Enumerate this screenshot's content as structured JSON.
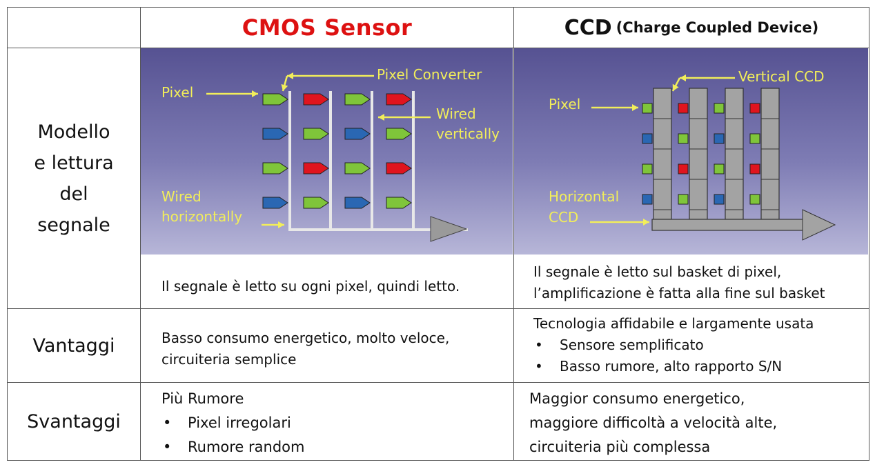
{
  "headers": {
    "cmos": "CMOS Sensor",
    "ccd_main": "CCD",
    "ccd_sub": "(Charge Coupled Device)"
  },
  "rows": {
    "modello": {
      "label_lines": [
        "Modello",
        "e lettura",
        "del",
        "segnale"
      ]
    },
    "vantaggi": {
      "label": "Vantaggi"
    },
    "svantaggi": {
      "label": "Svantaggi"
    }
  },
  "cmos_diagram": {
    "labels": {
      "pixel": "Pixel",
      "pixel_converter": "Pixel Converter",
      "wired_vertically_1": "Wired",
      "wired_vertically_2": "vertically",
      "wired_horizontally_1": "Wired",
      "wired_horizontally_2": "horizontally"
    },
    "pixel_colors": [
      [
        "green",
        "red",
        "green",
        "red"
      ],
      [
        "blue",
        "green",
        "blue",
        "green"
      ],
      [
        "green",
        "red",
        "green",
        "red"
      ],
      [
        "blue",
        "green",
        "blue",
        "green"
      ]
    ]
  },
  "ccd_diagram": {
    "labels": {
      "pixel": "Pixel",
      "vertical_ccd": "Vertical CCD",
      "horizontal_ccd_1": "Horizontal",
      "horizontal_ccd_2": "CCD"
    },
    "pixel_colors": [
      [
        "green",
        "red",
        "green",
        "red"
      ],
      [
        "blue",
        "green",
        "blue",
        "green"
      ],
      [
        "green",
        "red",
        "green",
        "red"
      ],
      [
        "blue",
        "green",
        "blue",
        "green"
      ]
    ]
  },
  "colors": {
    "green": "#7fc53a",
    "red": "#e0141e",
    "blue": "#2a67b3",
    "label_yellow": "#f2ee5a",
    "ccd_gray": "#a3a3a3",
    "cmos_title": "#d11111"
  },
  "cmos": {
    "readout": "Il segnale è letto su ogni pixel, quindi letto.",
    "vantaggi": [
      "Basso consumo energetico, molto veloce,",
      "circuiteria semplice"
    ],
    "svantaggi_intro": "Più Rumore",
    "svantaggi_items": [
      "Pixel irregolari",
      "Rumore random"
    ]
  },
  "ccd": {
    "readout": [
      "Il segnale è letto sul basket di pixel,",
      "l’amplificazione è fatta alla fine sul basket"
    ],
    "vantaggi_intro": "Tecnologia affidabile e largamente usata",
    "vantaggi_items": [
      "Sensore semplificato",
      "Basso rumore, alto rapporto S/N"
    ],
    "svantaggi": [
      "Maggior consumo energetico,",
      "maggiore difficoltà a velocità alte,",
      "circuiteria più complessa"
    ]
  }
}
